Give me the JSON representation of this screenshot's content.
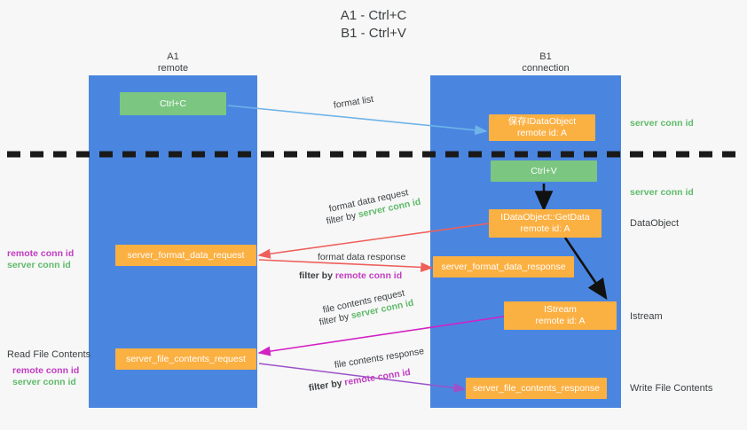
{
  "title": {
    "line1": "A1 - Ctrl+C",
    "line2": "B1 - Ctrl+V"
  },
  "lanes": [
    {
      "name": "A1",
      "sub": "remote"
    },
    {
      "name": "B1",
      "sub": "connection"
    }
  ],
  "nodes": {
    "ctrl_c": "Ctrl+C",
    "ctrl_v": "Ctrl+V",
    "dataobject_top_l1": "保存IDataObject",
    "dataobject_top_l2": "remote id: A",
    "getdata_l1": "IDataObject::GetData",
    "getdata_l2": "remote id: A",
    "istream_l1": "IStream",
    "istream_l2": "remote id: A",
    "server_format_data_request": "server_format_data_request",
    "server_format_data_response": "server_format_data_response",
    "server_file_contents_request": "server_file_contents_request",
    "server_file_contents_response": "server_file_contents_response"
  },
  "edge_labels": {
    "format_list": "format list",
    "format_data_request": "format data request",
    "format_data_response": "format data response",
    "file_contents_request": "file contents request",
    "file_contents_response": "file contents response",
    "filter_by": "filter by ",
    "server_conn_id": "server conn id",
    "remote_conn_id": "remote conn id"
  },
  "right_labels": {
    "server_conn_id_top": "server conn id",
    "server_conn_id_mid": "server conn id",
    "dataobject": "DataObject",
    "istream": "Istream",
    "write_file_contents": "Write File Contents"
  },
  "left_labels": {
    "remote_conn_id_mid": "remote conn id",
    "server_conn_id_mid": "server conn id",
    "read_file_contents": "Read File Contents",
    "remote_conn_id_bot": "remote conn id",
    "server_conn_id_bot": "server conn id"
  },
  "colors": {
    "lane": "#4a86e0",
    "green_node": "#7bc681",
    "orange_node": "#fbb042",
    "green_text": "#5fbb6a",
    "purple_text": "#c13dc1",
    "blue_arrow": "#6fb4e8",
    "red_arrow": "#ee5f5b",
    "magenta_arrow": "#d321c4",
    "violet_arrow": "#9b52c8",
    "dark_arrow": "#1a1a1a",
    "divider": "#1a1a1a"
  }
}
